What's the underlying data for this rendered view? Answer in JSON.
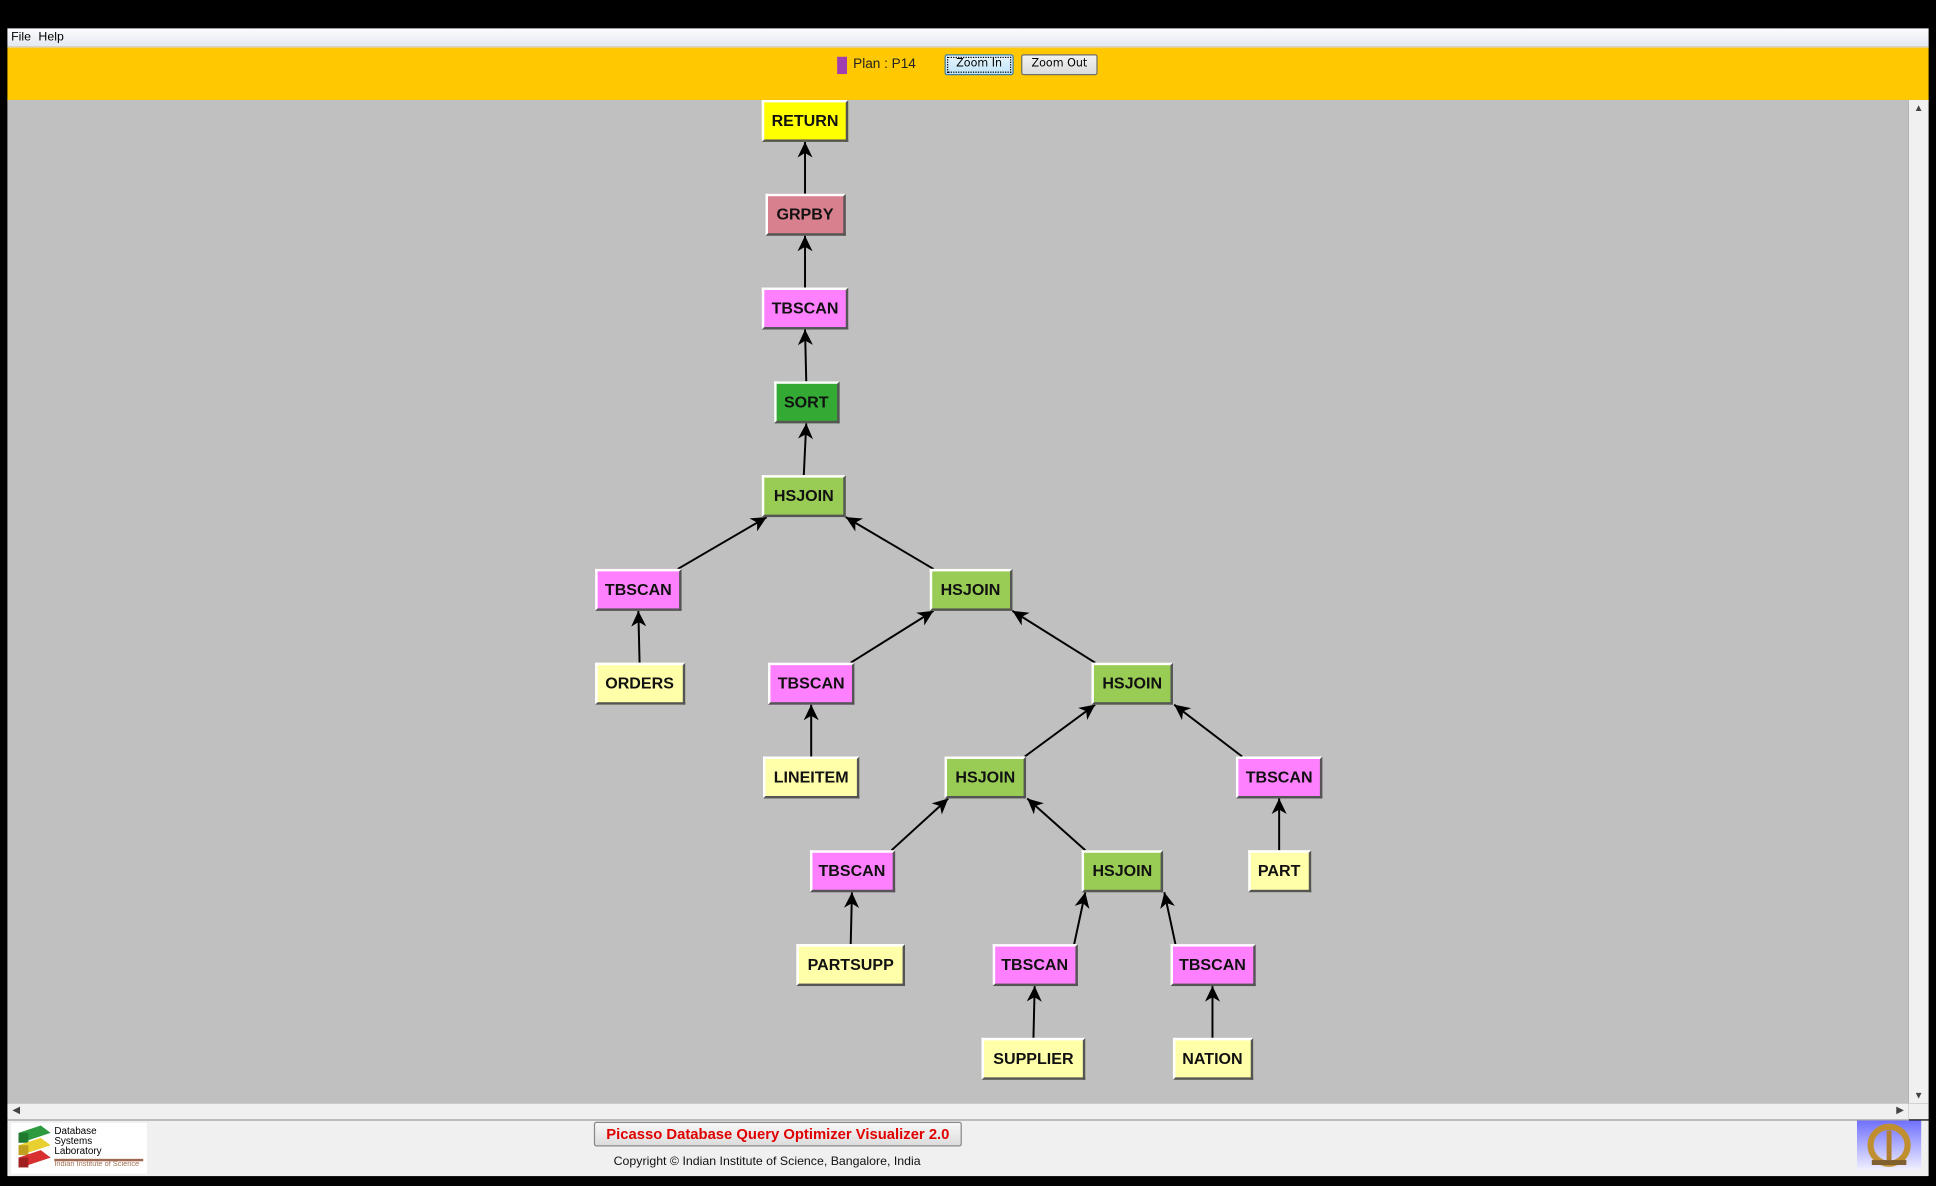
{
  "menu": {
    "items": [
      "File",
      "Help"
    ]
  },
  "toolbar": {
    "plan_label": "Plan : P14",
    "plan_color": "#a040b0",
    "zoom_in": "Zoom In",
    "zoom_out": "Zoom Out"
  },
  "colors": {
    "RETURN": "#ffff00",
    "GRPBY": "#d9808f",
    "TBSCAN": "#ff80ff",
    "SORT": "#33aa33",
    "HSJOIN": "#99cc55",
    "TABLE": "#ffffaa"
  },
  "plan_tree": {
    "nodes": [
      {
        "label": "RETURN",
        "kind": "RETURN",
        "parent": null
      },
      {
        "label": "GRPBY",
        "kind": "GRPBY",
        "parent": 0
      },
      {
        "label": "TBSCAN",
        "kind": "TBSCAN",
        "parent": 1
      },
      {
        "label": "SORT",
        "kind": "SORT",
        "parent": 2
      },
      {
        "label": "HSJOIN",
        "kind": "HSJOIN",
        "parent": 3
      },
      {
        "label": "TBSCAN",
        "kind": "TBSCAN",
        "parent": 4
      },
      {
        "label": "HSJOIN",
        "kind": "HSJOIN",
        "parent": 4
      },
      {
        "label": "ORDERS",
        "kind": "TABLE",
        "parent": 5
      },
      {
        "label": "TBSCAN",
        "kind": "TBSCAN",
        "parent": 6
      },
      {
        "label": "HSJOIN",
        "kind": "HSJOIN",
        "parent": 6
      },
      {
        "label": "LINEITEM",
        "kind": "TABLE",
        "parent": 8
      },
      {
        "label": "HSJOIN",
        "kind": "HSJOIN",
        "parent": 9
      },
      {
        "label": "TBSCAN",
        "kind": "TBSCAN",
        "parent": 9
      },
      {
        "label": "TBSCAN",
        "kind": "TBSCAN",
        "parent": 11
      },
      {
        "label": "HSJOIN",
        "kind": "HSJOIN",
        "parent": 11
      },
      {
        "label": "PART",
        "kind": "TABLE",
        "parent": 12
      },
      {
        "label": "PARTSUPP",
        "kind": "TABLE",
        "parent": 13
      },
      {
        "label": "TBSCAN",
        "kind": "TBSCAN",
        "parent": 14
      },
      {
        "label": "TBSCAN",
        "kind": "TBSCAN",
        "parent": 14
      },
      {
        "label": "SUPPLIER",
        "kind": "TABLE",
        "parent": 17
      },
      {
        "label": "NATION",
        "kind": "TABLE",
        "parent": 18
      }
    ]
  },
  "footer": {
    "logo_text": [
      "Database",
      "Systems",
      "Laboratory"
    ],
    "logo_subtitle": "Indian Institute of Science",
    "title": "Picasso Database Query Optimizer Visualizer 2.0",
    "copyright": "Copyright © Indian Institute of Science, Bangalore, India"
  }
}
